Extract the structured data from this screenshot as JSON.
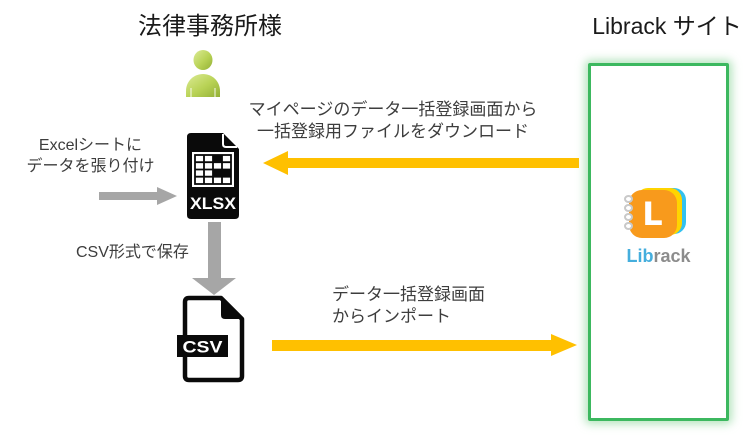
{
  "titles": {
    "left": "法律事務所様",
    "right": "Librack サイト"
  },
  "labels": {
    "download_line1": "マイページのデータ一括登録画面から",
    "download_line2": "一括登録用ファイルをダウンロード",
    "paste_line1": "Excelシートに",
    "paste_line2": "データを張り付け",
    "save": "CSV形式で保存",
    "import_line1": "データ一括登録画面",
    "import_line2": "からインポート"
  },
  "files": {
    "xlsx_label": "XLSX",
    "csv_label": "CSV"
  },
  "logo": {
    "letter": "L",
    "word_prefix": "Lib",
    "word_suffix": "rack"
  },
  "colors": {
    "arrow_orange": "#FFC000",
    "arrow_gray": "#A6A6A6",
    "site_box_border_green": "#3CB85F",
    "logo_orange": "#F89A1C",
    "logo_yellow": "#FFD400",
    "logo_cyan": "#33C1F0",
    "wordmark_blue": "#45AEDD",
    "wordmark_gray": "#8C8C8C",
    "person_green": "#A3BF45",
    "label_text": "#3D3D3D"
  }
}
